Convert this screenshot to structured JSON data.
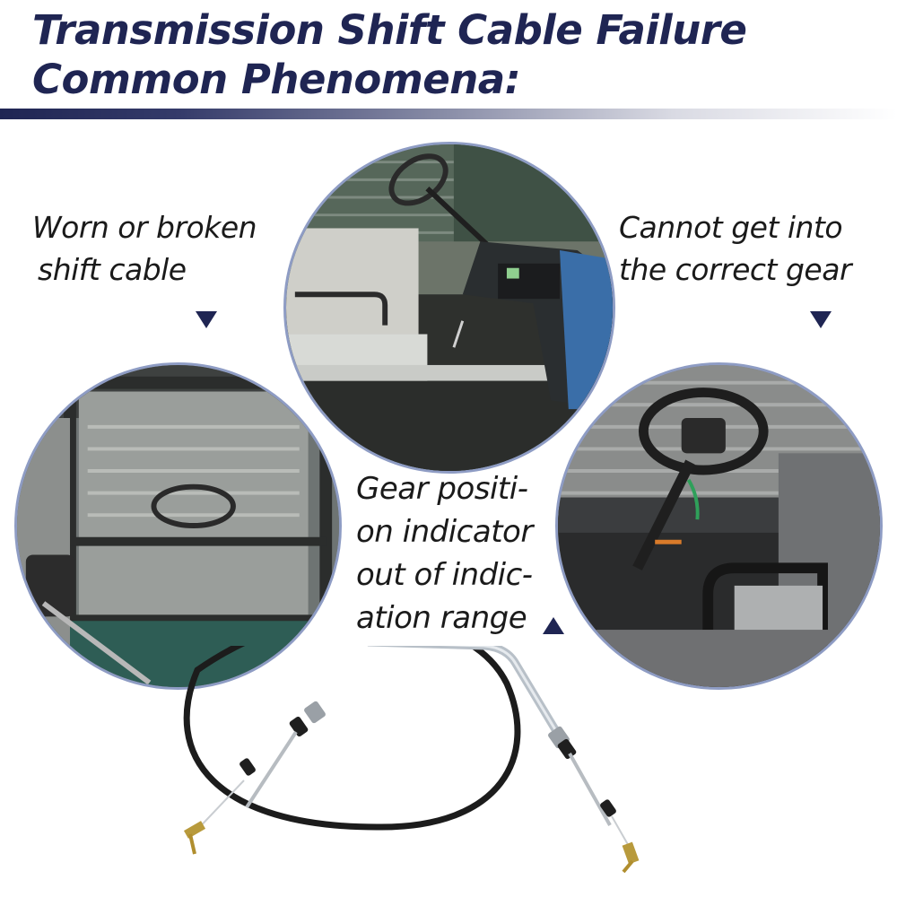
{
  "header": {
    "title_line1": "Transmission Shift Cable Failure",
    "title_line2": "Common Phenomena:",
    "accent_color": "#1f2553"
  },
  "captions": {
    "worn": {
      "line1": "Worn or broken",
      "line2": "shift cable",
      "arrow": "down-triangle"
    },
    "gear": {
      "line1": "Cannot get into",
      "line2": "the correct gear",
      "arrow": "down-triangle"
    },
    "indicator": {
      "line1": "Gear positi-",
      "line2": "on indicator",
      "line3": "out of indic-",
      "line4": "ation range",
      "arrow": "up-triangle"
    }
  },
  "photos": {
    "top": "golf-cart-floor-and-steering-photo",
    "left": "golf-cart-enclosure-window-photo",
    "right": "golf-cart-steering-wheel-dash-photo",
    "bottom": "shift-cable-product-photo"
  },
  "colors": {
    "circle_border": "#8e9cc4",
    "triangle": "#1f2553",
    "caption_text": "#1a1a1a"
  }
}
